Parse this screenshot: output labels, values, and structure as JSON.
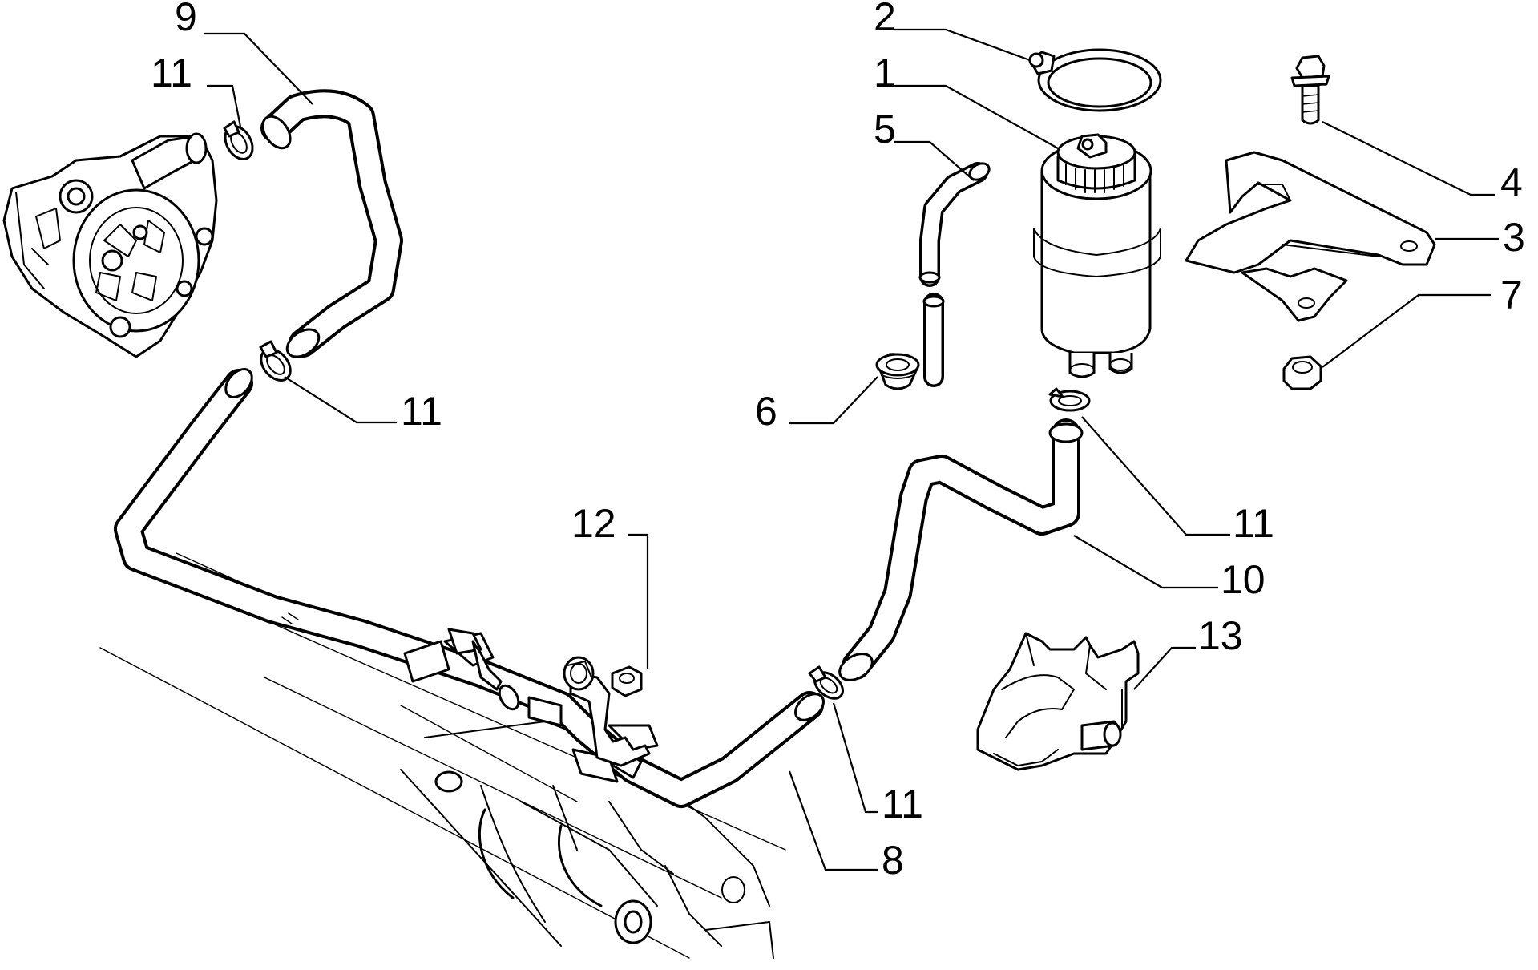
{
  "callouts": {
    "c1": "1",
    "c2": "2",
    "c3": "3",
    "c4": "4",
    "c5": "5",
    "c6": "6",
    "c7": "7",
    "c8": "8",
    "c9": "9",
    "c10": "10",
    "c11a": "11",
    "c11b": "11",
    "c11c": "11",
    "c11d": "11",
    "c12": "12",
    "c13": "13"
  }
}
